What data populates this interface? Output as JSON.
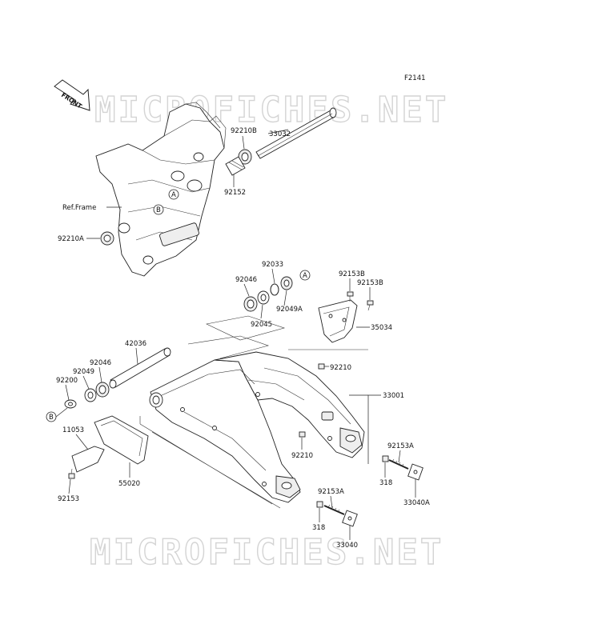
{
  "figure_id": "F2141",
  "watermark": "MICROFICHES.NET",
  "front_label": "FRONT",
  "ref_frame": "Ref.Frame",
  "callouts": {
    "A": "A",
    "B": "B"
  },
  "parts": {
    "p33032": "33032",
    "p92210B": "92210B",
    "p92152": "92152",
    "p92210A": "92210A",
    "p92033": "92033",
    "p92046a": "92046",
    "p92049A": "92049A",
    "p92045": "92045",
    "p92153B_1": "92153B",
    "p92153B_2": "92153B",
    "p35034": "35034",
    "p42036": "42036",
    "p92046b": "92046",
    "p92049": "92049",
    "p92200": "92200",
    "p92210_1": "92210",
    "p33001": "33001",
    "p11053": "11053",
    "p92210_2": "92210",
    "p92153A_1": "92153A",
    "p318_1": "318",
    "p33040A": "33040A",
    "p55020": "55020",
    "p92153": "92153",
    "p92153A_2": "92153A",
    "p318_2": "318",
    "p33040": "33040"
  }
}
